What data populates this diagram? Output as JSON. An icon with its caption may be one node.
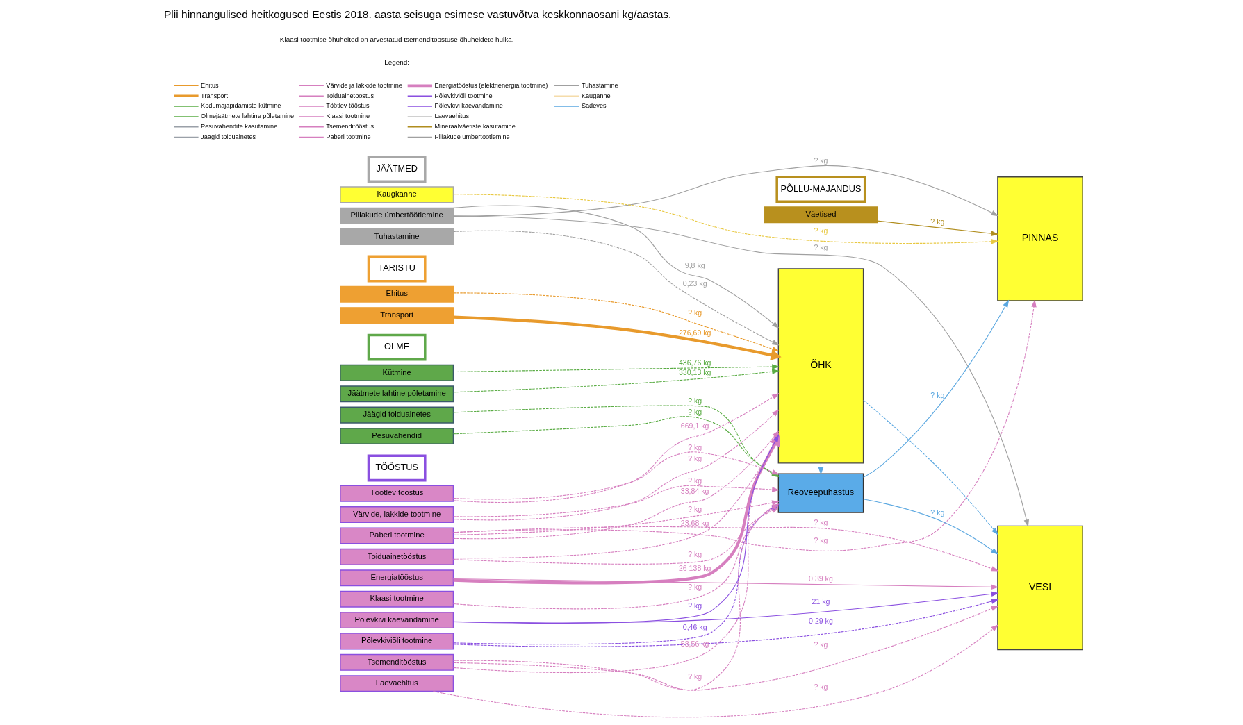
{
  "diagram": {
    "title": "Plii hinnangulised heitkogused Eestis 2018. aasta seisuga esimese vastuvõtva keskkonnaosani kg/aastas.",
    "nodes": [
      {
        "text": [
          "TARISTU"
        ]
      },
      {
        "text": [
          "Ehitus"
        ]
      },
      {
        "text": [
          "Transport"
        ]
      },
      {
        "text": [
          "OLME"
        ]
      },
      {
        "text": [
          "Kütmine"
        ]
      },
      {
        "text": [
          "Jäätmete lahtine põletamine"
        ]
      },
      {
        "text": [
          "Pesuvahendid"
        ]
      },
      {
        "text": [
          "Jäägid toiduainetes"
        ]
      },
      {
        "text": [
          "TÖÖSTUS"
        ]
      },
      {
        "text": [
          "Värvide, lakkide tootmine"
        ]
      },
      {
        "text": [
          "Toiduainetööstus"
        ]
      },
      {
        "text": [
          "Klaasi tootmine"
        ]
      },
      {
        "text": [
          "Põlevkiviõli tootmine"
        ]
      },
      {
        "text": [
          "Töötlev tööstus"
        ]
      },
      {
        "text": [
          "Tsemenditööstus"
        ]
      },
      {
        "text": [
          "Paberi tootmine"
        ]
      },
      {
        "text": [
          "Energiatööstus"
        ]
      },
      {
        "text": [
          "Põlevkivi kaevandamine"
        ]
      },
      {
        "text": [
          "Laevaehitus"
        ]
      },
      {
        "text": [
          "PÕLLU-MAJANDUS"
        ]
      },
      {
        "text": [
          "Väetised"
        ]
      },
      {
        "text": [
          "JÄÄTMED"
        ]
      },
      {
        "text": [
          "Tuhastamine"
        ]
      },
      {
        "text": [
          "Pliiakude ümbertöötlemine"
        ]
      },
      {
        "text": [
          "Kaugkanne"
        ]
      },
      {
        "text": [
          "Reoveepuhastus"
        ]
      },
      {
        "text": [
          "ÕHK"
        ]
      },
      {
        "text": [
          "VESI"
        ]
      },
      {
        "text": [
          "PINNAS"
        ]
      }
    ],
    "edges": [
      {
        "from": 1,
        "to": 26,
        "arrow": "to",
        "label": "? kg",
        "style": "dashed",
        "color": "#e89a2c"
      },
      {
        "from": 2,
        "to": 26,
        "arrow": "to",
        "label": "276,69 kg",
        "style": "thick",
        "color": "#e89a2c"
      },
      {
        "from": 4,
        "to": 26,
        "arrow": "to",
        "label": "436,76 kg",
        "style": "dashed",
        "color": "#5aac44"
      },
      {
        "from": 5,
        "to": 26,
        "arrow": "to",
        "label": "330,13 kg",
        "style": "dashed",
        "color": "#5aac44"
      },
      {
        "from": 6,
        "to": 25,
        "arrow": "to",
        "label": "? kg",
        "style": "dashed",
        "color": "#5aac44"
      },
      {
        "from": 7,
        "to": 25,
        "arrow": "to",
        "label": "? kg",
        "style": "dashed",
        "color": "#5aac44"
      },
      {
        "from": 9,
        "to": 26,
        "arrow": "to",
        "label": "? kg",
        "style": "dashed"
      },
      {
        "from": 9,
        "to": 25,
        "arrow": "to",
        "label": "? kg",
        "style": "dashed"
      },
      {
        "from": 10,
        "to": 26,
        "arrow": "to",
        "label": "23,68 kg",
        "style": "dashed"
      },
      {
        "from": 10,
        "to": 25,
        "arrow": "to",
        "label": "? kg",
        "style": "dashed"
      },
      {
        "from": 11,
        "to": 25,
        "arrow": "to",
        "label": "? kg",
        "style": "dashed"
      },
      {
        "from": 12,
        "to": 25,
        "arrow": "to",
        "label": "0,46 kg",
        "style": "dashed",
        "color": "#8a4fe0"
      },
      {
        "from": 12,
        "to": 27,
        "arrow": "to",
        "label": "0,29 kg",
        "style": "dashed",
        "color": "#8a4fe0"
      },
      {
        "from": 13,
        "to": 25,
        "arrow": "to",
        "label": "? kg",
        "style": "dashed"
      },
      {
        "from": 13,
        "to": 26,
        "arrow": "to",
        "label": "669,1 kg",
        "style": "dashed"
      },
      {
        "from": 14,
        "to": 25,
        "arrow": "to",
        "label": "? kg",
        "style": "dashed"
      },
      {
        "from": 14,
        "to": 26,
        "arrow": "to",
        "label": "58,56 kg",
        "style": "dashed"
      },
      {
        "from": 14,
        "to": 27,
        "arrow": "to",
        "label": "? kg",
        "style": "dashed"
      },
      {
        "from": 15,
        "to": 25,
        "arrow": "to",
        "label": "? kg",
        "style": "dashed"
      },
      {
        "from": 15,
        "to": 26,
        "arrow": "to",
        "label": "33,84 kg",
        "style": "dashed"
      },
      {
        "from": 15,
        "to": 27,
        "arrow": "to",
        "label": "? kg",
        "style": "dashed"
      },
      {
        "from": 15,
        "to": 28,
        "arrow": "to",
        "label": "? kg",
        "style": "dashed"
      },
      {
        "from": 16,
        "to": 26,
        "arrow": "to",
        "label": "26 138 kg",
        "style": "thick"
      },
      {
        "from": 16,
        "to": 27,
        "arrow": "to",
        "label": "0,39 kg"
      },
      {
        "from": 17,
        "to": 26,
        "arrow": "to",
        "label": "? kg",
        "color": "#8a4fe0"
      },
      {
        "from": 17,
        "to": 27,
        "arrow": "to",
        "label": "21 kg",
        "color": "#8a4fe0"
      },
      {
        "from": 18,
        "to": 27,
        "arrow": "to",
        "label": "? kg",
        "style": "dashed"
      },
      {
        "from": 20,
        "to": 28,
        "arrow": "to",
        "label": "? kg",
        "color": "#b08d1e"
      },
      {
        "from": 22,
        "to": 26,
        "arrow": "to",
        "label": "0,23 kg",
        "style": "dashed",
        "color": "#a0a0a0"
      },
      {
        "from": 23,
        "to": 26,
        "arrow": "to",
        "label": "9,8 kg",
        "color": "#a0a0a0"
      },
      {
        "from": 23,
        "to": 27,
        "arrow": "to",
        "label": "? kg",
        "color": "#a0a0a0"
      },
      {
        "from": 23,
        "to": 28,
        "arrow": "to",
        "label": "? kg",
        "color": "#a0a0a0"
      },
      {
        "from": 24,
        "to": 28,
        "arrow": "to",
        "label": "? kg",
        "style": "dashed",
        "color": "#e8c840"
      },
      {
        "from": 25,
        "to": 27,
        "arrow": "to",
        "label": "? kg",
        "color": "#5aa7e0"
      },
      {
        "from": 25,
        "to": 28,
        "arrow": "to",
        "label": "? kg",
        "color": "#5aa7e0"
      },
      {
        "from": 26,
        "to": 27,
        "arrow": "to",
        "style": "dashed",
        "color": "#5aa7e0"
      },
      {
        "from": 26,
        "to": 25,
        "arrow": "to",
        "style": "dashed",
        "color": "#5aa7e0"
      }
    ],
    "labels": [
      "Klaasi tootmise õhuheited on arvestatud tsemenditööstuse õhuheidete hulka.",
      "Legend:"
    ],
    "legend": [
      {
        "text": "Ehitus"
      },
      {
        "text": "Transport"
      },
      {
        "text": "Kodumajapidamiste kütmine"
      },
      {
        "text": "Olmejäätmete lahtine põletamine"
      },
      {
        "text": "Pesuvahendite kasutamine"
      },
      {
        "text": "Jäägid toiduainetes"
      },
      {
        "text": "Värvide ja lakkide tootmine"
      },
      {
        "text": "Toiduainetööstus"
      },
      {
        "text": "Töötlev tööstus"
      },
      {
        "text": "Klaasi tootmine"
      },
      {
        "text": "Tsemenditööstus"
      },
      {
        "text": "Paberi tootmine"
      },
      {
        "text": "Energiatööstus (elektrienergia tootmine)"
      },
      {
        "text": "Põlevkiviõli tootmine"
      },
      {
        "text": "Põlevkivi kaevandamine"
      },
      {
        "text": "Laevaehitus"
      },
      {
        "text": "Mineraalväetiste kasutamine"
      },
      {
        "text": "Pliiakude ümbertöötlemine"
      },
      {
        "text": "Tuhastamine"
      },
      {
        "text": "Kauganne"
      },
      {
        "text": "Sadevesi"
      }
    ]
  }
}
